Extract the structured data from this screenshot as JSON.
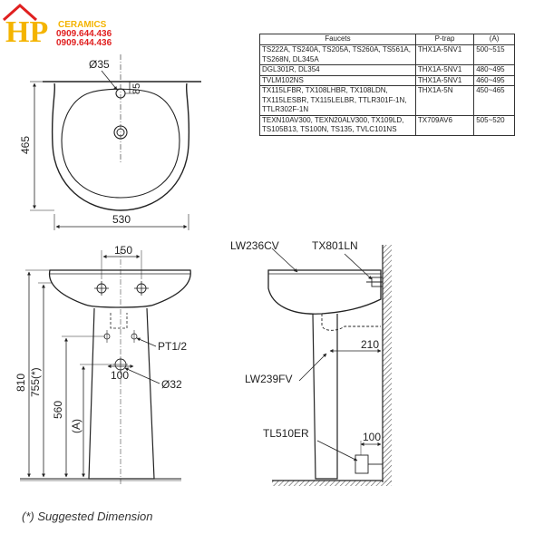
{
  "logo": {
    "brand": "HP",
    "tagline": "CERAMICS",
    "phone1": "0909.644.436",
    "phone2": "0909.644.436"
  },
  "top_view": {
    "hole_dia": "Ø35",
    "hole_offset": "85",
    "depth": "465",
    "width": "530"
  },
  "front_view": {
    "faucet_spacing": "150",
    "supply": "PT1/2",
    "drain_spacing": "100",
    "drain_dia": "Ø32",
    "total_height": "810",
    "rim_height": "755(*)",
    "drain_height": "560",
    "var_height": "(A)"
  },
  "side_view": {
    "basin": "LW236CV",
    "valve": "TX801LN",
    "pedestal": "LW239FV",
    "trap": "TL510ER",
    "wall_to_drain": "210",
    "wall_to_trap": "100"
  },
  "table": {
    "headers": [
      "Faucets",
      "P-trap",
      "(A)"
    ],
    "rows": [
      {
        "faucets": "TS222A, TS240A, TS205A, TS260A, TS561A, TS268N, DL345A",
        "ptrap": "THX1A-5NV1",
        "range": "500~515"
      },
      {
        "faucets": "DGL301R, DL354",
        "ptrap": "THX1A-5NV1",
        "range": "480~495"
      },
      {
        "faucets": "TVLM102NS",
        "ptrap": "THX1A-5NV1",
        "range": "460~495"
      },
      {
        "faucets": "TX115LFBR, TX108LHBR, TX108LDN, TX115LESBR, TX115LELBR, TTLR301F-1N, TTLR302F-1N",
        "ptrap": "THX1A-5N",
        "range": "450~465"
      },
      {
        "faucets": "TEXN10AV300, TEXN20ALV300, TX109LD, TS105B13, TS100N, TS135, TVLC101NS",
        "ptrap": "TX709AV6",
        "range": "505~520"
      }
    ]
  },
  "footnote": "(*) Suggested Dimension"
}
